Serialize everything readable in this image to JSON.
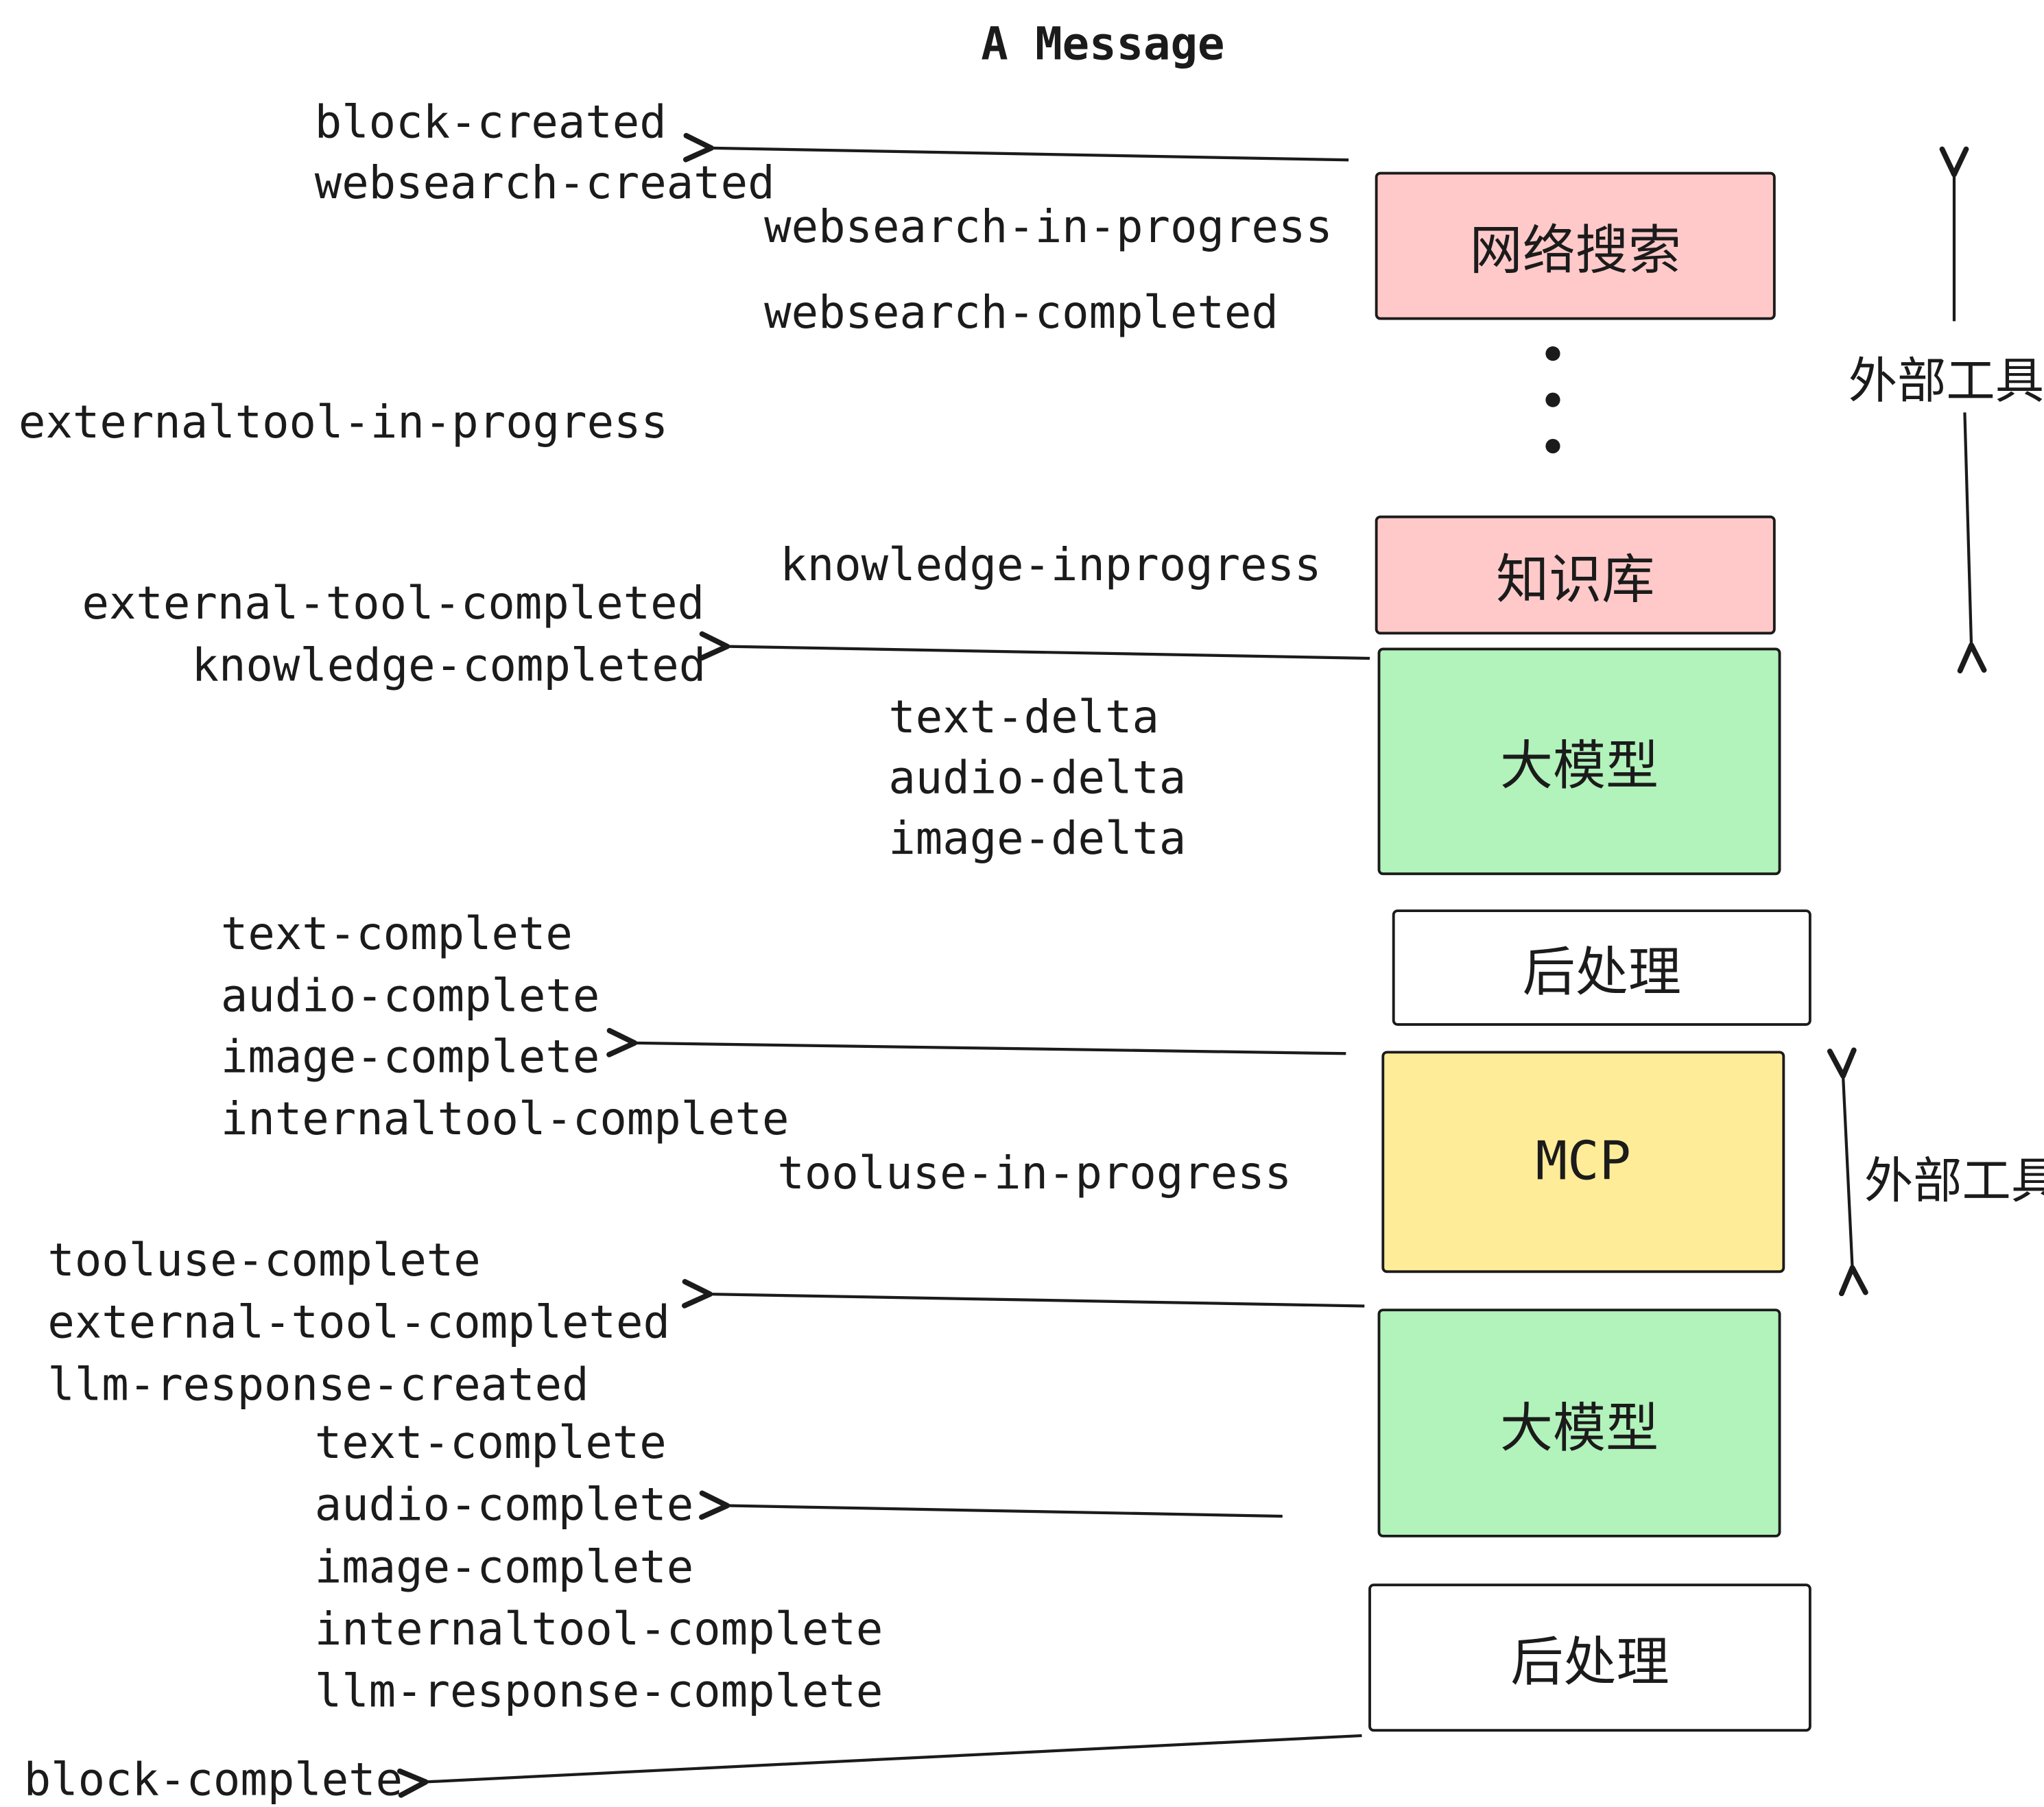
{
  "title": "A Message",
  "events": {
    "block_created": "block-created",
    "websearch_created": "websearch-created",
    "websearch_in_progress": "websearch-in-progress",
    "websearch_completed": "websearch-completed",
    "externaltool_in_progress": "externaltool-in-progress",
    "knowledge_inprogress": "knowledge-inprogress",
    "external_tool_completed_1": "external-tool-completed",
    "knowledge_completed": "knowledge-completed",
    "text_delta_1": "text-delta",
    "audio_delta_1": "audio-delta",
    "image_delta_1": "image-delta",
    "text_complete_1": "text-complete",
    "audio_complete_1": "audio-complete",
    "image_complete_1": "image-complete",
    "internaltool_complete_1": "internaltool-complete",
    "tooluse_in_progress": "tooluse-in-progress",
    "tooluse_complete": "tooluse-complete",
    "external_tool_completed_2": "external-tool-completed",
    "llm_response_created": "llm-response-created",
    "text_complete_2": "text-complete",
    "audio_complete_2": "audio-complete",
    "image_complete_2": "image-complete",
    "internaltool_complete_2": "internaltool-complete",
    "llm_response_complete": "llm-response-complete",
    "block_complete": "block-complete"
  },
  "boxes": {
    "websearch": {
      "label": "网络搜索",
      "color": "#ffc9c9"
    },
    "knowledge": {
      "label": "知识库",
      "color": "#ffc9c9"
    },
    "llm1": {
      "label": "大模型",
      "color": "#b2f2bb"
    },
    "post1": {
      "label": "后处理",
      "color": "#ffffff"
    },
    "mcp": {
      "label": "MCP",
      "color": "#ffec99"
    },
    "llm2": {
      "label": "大模型",
      "color": "#b2f2bb"
    },
    "post2": {
      "label": "后处理",
      "color": "#ffffff"
    }
  },
  "side_labels": {
    "external_tool_top": "外部工具",
    "external_tool_mid": "外部工具"
  },
  "colors": {
    "line": "#1b1b1b",
    "pink": "#ffc9c9",
    "green": "#b2f2bb",
    "yellow": "#ffec99"
  }
}
